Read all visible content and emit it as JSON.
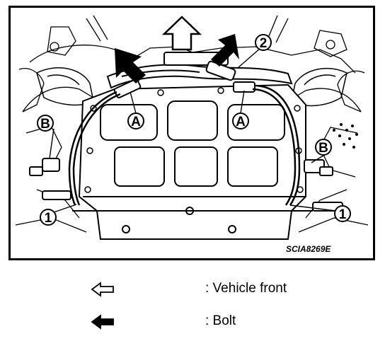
{
  "figure": {
    "code": "SCIA8269E",
    "labels": {
      "harness_clip": "1",
      "bolt_marker": "2",
      "sensor": "A",
      "connector": "B"
    }
  },
  "legend": [
    {
      "icon": "outline-arrow-left-icon",
      "text": ": Vehicle front"
    },
    {
      "icon": "solid-arrow-left-icon",
      "text": ": Bolt"
    }
  ],
  "colors": {
    "ink": "#000000",
    "paper": "#ffffff"
  }
}
